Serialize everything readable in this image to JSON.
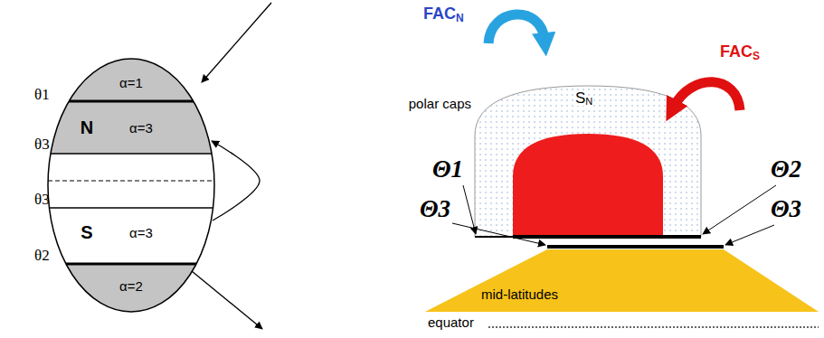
{
  "diagram": {
    "nodes": [
      {
        "text": [
          "α=1"
        ]
      },
      {
        "text": [
          "N",
          "α=3"
        ]
      },
      {
        "text": [
          "S",
          "α=3"
        ]
      },
      {
        "text": [
          "α=2"
        ]
      },
      {
        "text": [
          "polar caps"
        ]
      },
      {
        "text": [
          "mid-latitudes"
        ]
      }
    ],
    "edges": [
      {
        "from": 2,
        "to": 1,
        "arrow": "to"
      }
    ],
    "labels": [
      "θ1",
      "θ3",
      "θ3",
      "θ2",
      "FAC",
      "N",
      "S",
      "N",
      "FAC",
      "S",
      "Θ1",
      "Θ2",
      "Θ3",
      "Θ3",
      "equator"
    ]
  }
}
